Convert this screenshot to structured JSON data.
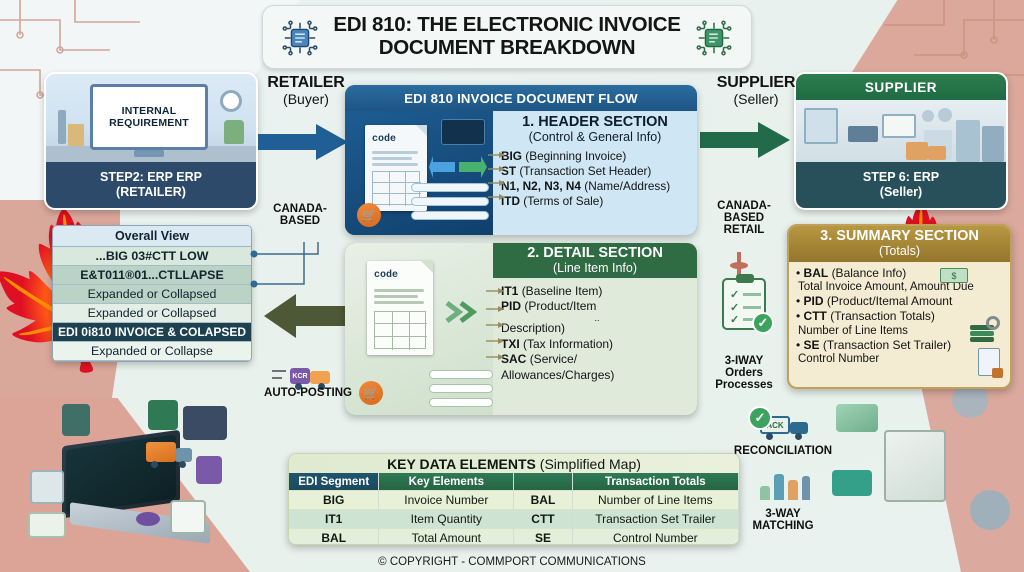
{
  "title": {
    "line1": "EDI 810: THE ELECTRONIC INVOICE",
    "line2": "DOCUMENT BREAKDOWN",
    "left_icon": "chip-document-icon",
    "right_icon": "chip-list-icon"
  },
  "retailer": {
    "role_name": "RETAILER",
    "role_sub": "(Buyer)",
    "monitor_line1": "INTERNAL",
    "monitor_line2": "REQUIREMENT",
    "foot_line1": "STEP2: ERP ERP",
    "foot_line2": "(RETAILER)"
  },
  "supplier": {
    "role_name": "SUPPLIER",
    "role_sub": "(Seller)",
    "head": "SUPPLIER",
    "foot_line1": "STEP 6: ERP",
    "foot_line2": "(Seller)"
  },
  "overall_view": {
    "title": "Overall View",
    "rows": [
      {
        "text": "...BIG 03#CTT LOW",
        "style": "c1",
        "bold": true
      },
      {
        "text": "E&T011®01...CTLLAPSE",
        "style": "c2",
        "bold": true
      },
      {
        "text": "Expanded or Collapsed",
        "style": "c2",
        "bold": false
      },
      {
        "text": "Expanded or Collapsed",
        "style": "c3",
        "bold": false
      },
      {
        "text": "EDI 0i810 INVOICE & COLAPSED",
        "style": "dark",
        "bold": true
      },
      {
        "text": "Expanded or Collapse",
        "style": "c4",
        "bold": false
      }
    ]
  },
  "edi_flow": {
    "title": "EDI 810 INVOICE DOCUMENT FLOW",
    "doc_label": "code",
    "cart_icon": "shopping-cart-icon",
    "exchange_icon": "bidirectional-arrows-icon"
  },
  "header_section": {
    "number_title": "1. HEADER SECTION",
    "subtitle": "(Control & General Info)",
    "items": [
      {
        "code": "BIG",
        "desc": "(Beginning Invoice)"
      },
      {
        "code": "ST",
        "desc": "(Transaction Set Header)"
      },
      {
        "code": "N1, N2, N3, N4",
        "desc": "(Name/Address)"
      },
      {
        "code": "ITD",
        "desc": "(Terms of Sale)"
      }
    ]
  },
  "detail_section": {
    "number_title": "2. DETAIL SECTION",
    "subtitle": "(Line Item Info)",
    "doc_label": "code",
    "items": [
      {
        "code": "IT1",
        "desc": "(Baseline Item)"
      },
      {
        "code": "PID",
        "desc": "(Product/Item"
      },
      {
        "code": "",
        "desc": "Description)"
      },
      {
        "code": "TXI",
        "desc": "(Tax Information)"
      },
      {
        "code": "SAC",
        "desc": "(Service/"
      },
      {
        "code": "",
        "desc": "Allowances/Charges)"
      }
    ]
  },
  "summary_section": {
    "number_title": "3. SUMMARY SECTION",
    "subtitle": "(Totals)",
    "items": [
      {
        "code": "BAL",
        "desc": "(Balance Info)",
        "sub": "Total Invoice Amount, Amount Due",
        "icon": "money-bill-icon"
      },
      {
        "code": "PID",
        "desc": "(Product/Itemal Amount",
        "sub": "",
        "icon": ""
      },
      {
        "code": "CTT",
        "desc": "(Transaction Totals)",
        "sub": "Number of Line Items",
        "icon": "coins-gear-icon"
      },
      {
        "code": "SE",
        "desc": "(Transaction Set Trailer)",
        "sub": "Control Number",
        "icon": "locked-document-icon"
      }
    ]
  },
  "annotations": {
    "canada_left_line1": "CANADA-",
    "canada_left_line2": "BASED",
    "canada_right_line1": "CANADA-",
    "canada_right_line2": "BASED",
    "canada_right_line3": "RETAIL",
    "three_way_orders_l1": "3-IWAY",
    "three_way_orders_l2": "Orders",
    "three_way_orders_l3": "Processes",
    "auto_posting": "AUTO-POSTING",
    "reconciliation": "RECONCILIATION",
    "three_way_matching_l1": "3-WAY",
    "three_way_matching_l2": "MATCHING",
    "truck_badge": "KCR",
    "ack_badge": "ACK"
  },
  "key_table": {
    "title_bold": "KEY DATA ELEMENTS",
    "title_rest": " (Simplified Map)",
    "headers": [
      "EDI Segment",
      "Key Elements",
      "",
      "Transaction Totals"
    ],
    "rows": [
      [
        "BIG",
        "Invoice Number",
        "BAL",
        "Number of Line Items"
      ],
      [
        "IT1",
        "Item Quantity",
        "CTT",
        "Transaction Set Trailer"
      ],
      [
        "BAL",
        "Total Amount",
        "SE",
        "Control Number"
      ]
    ]
  },
  "footer": {
    "copyright": "© COPYRIGHT - COMMPORT COMMUNICATIONS"
  },
  "colors": {
    "blue_header": "#1e5b8e",
    "green_detail": "#2f6b43",
    "gold_summary": "#b89742",
    "navy_foot": "#2e4a6b",
    "teal_foot": "#28505a"
  }
}
